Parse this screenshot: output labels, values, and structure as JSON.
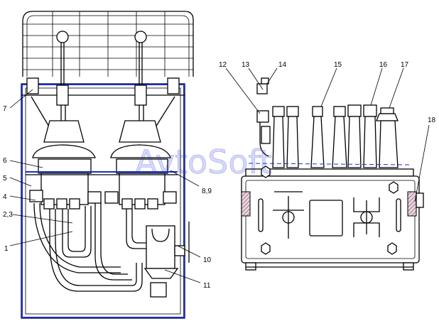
{
  "watermark": "AvtoSoft",
  "colors": {
    "line": "#000000",
    "highlight": "#1c2bd0",
    "hatch": "#8a5a70"
  },
  "callouts": [
    {
      "id": "c1",
      "text": "1"
    },
    {
      "id": "c23",
      "text": "2,3"
    },
    {
      "id": "c4",
      "text": "4"
    },
    {
      "id": "c5",
      "text": "5"
    },
    {
      "id": "c6",
      "text": "6"
    },
    {
      "id": "c7",
      "text": "7"
    },
    {
      "id": "c89",
      "text": "8,9"
    },
    {
      "id": "c10",
      "text": "10"
    },
    {
      "id": "c11",
      "text": "11"
    },
    {
      "id": "c12",
      "text": "12"
    },
    {
      "id": "c13",
      "text": "13"
    },
    {
      "id": "c14",
      "text": "14"
    },
    {
      "id": "c15",
      "text": "15"
    },
    {
      "id": "c16",
      "text": "16"
    },
    {
      "id": "c17",
      "text": "17"
    },
    {
      "id": "c18",
      "text": "18"
    }
  ]
}
